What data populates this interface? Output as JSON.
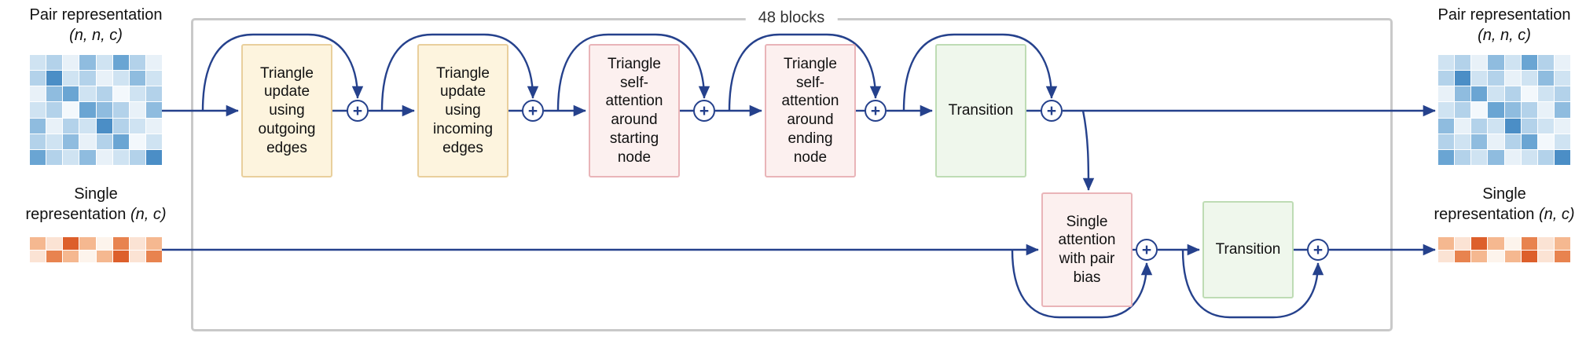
{
  "colors": {
    "arrow": "#25418c",
    "frame_border": "#c9c9c9",
    "box_triangle_fill": "#fdf4de",
    "box_triangle_border": "#e9cf9c",
    "box_attention_fill": "#fcf0ef",
    "box_attention_border": "#e9b4b8",
    "box_transition_fill": "#eff7ec",
    "box_transition_border": "#bedcb4",
    "text": "#111111"
  },
  "icons": {
    "plus": "+"
  },
  "frame": {
    "label": "48 blocks"
  },
  "io": {
    "pair_in": {
      "title": "Pair representation",
      "dims": "(n, n, c)"
    },
    "pair_out": {
      "title": "Pair representation",
      "dims": "(n, n, c)"
    },
    "single_in": {
      "title": "Single",
      "title2": "representation",
      "dims": "(n, c)"
    },
    "single_out": {
      "title": "Single",
      "title2": "representation",
      "dims": "(n, c)"
    }
  },
  "blocks": {
    "pair_track": [
      {
        "label": "Triangle update using outgoing edges",
        "kind": "triangle-update"
      },
      {
        "label": "Triangle update using incoming edges",
        "kind": "triangle-update"
      },
      {
        "label": "Triangle self-attention around starting node",
        "kind": "attention"
      },
      {
        "label": "Triangle self-attention around ending node",
        "kind": "attention"
      },
      {
        "label": "Transition",
        "kind": "transition"
      }
    ],
    "single_track": [
      {
        "label": "Single attention with pair bias",
        "kind": "attention"
      },
      {
        "label": "Transition",
        "kind": "transition"
      }
    ]
  },
  "pair_heatmap": [
    [
      "#cfe3f2",
      "#b3d2ea",
      "#e8f1f8",
      "#8fbcdf",
      "#cfe3f2",
      "#6aa5d3",
      "#b3d2ea",
      "#e8f1f8"
    ],
    [
      "#b3d2ea",
      "#4b8ec6",
      "#cfe3f2",
      "#b3d2ea",
      "#e8f1f8",
      "#cfe3f2",
      "#8fbcdf",
      "#cfe3f2"
    ],
    [
      "#e8f1f8",
      "#8fbcdf",
      "#6aa5d3",
      "#cfe3f2",
      "#b3d2ea",
      "#f3f8fc",
      "#cfe3f2",
      "#b3d2ea"
    ],
    [
      "#cfe3f2",
      "#b3d2ea",
      "#f3f8fc",
      "#6aa5d3",
      "#8fbcdf",
      "#b3d2ea",
      "#e8f1f8",
      "#8fbcdf"
    ],
    [
      "#8fbcdf",
      "#e8f1f8",
      "#b3d2ea",
      "#cfe3f2",
      "#4b8ec6",
      "#b3d2ea",
      "#cfe3f2",
      "#e8f1f8"
    ],
    [
      "#b3d2ea",
      "#cfe3f2",
      "#8fbcdf",
      "#e8f1f8",
      "#b3d2ea",
      "#6aa5d3",
      "#f3f8fc",
      "#cfe3f2"
    ],
    [
      "#6aa5d3",
      "#b3d2ea",
      "#cfe3f2",
      "#8fbcdf",
      "#e8f1f8",
      "#cfe3f2",
      "#b3d2ea",
      "#4b8ec6"
    ]
  ],
  "single_strip": [
    [
      "#f5b890",
      "#fbe3d4",
      "#dd5f2b",
      "#f5b890",
      "#fdf4ec",
      "#e8834f",
      "#fbe3d4",
      "#f5b890"
    ],
    [
      "#fbe3d4",
      "#e8834f",
      "#f5b890",
      "#fdf4ec",
      "#f5b890",
      "#dd5f2b",
      "#fbe3d4",
      "#e8834f"
    ]
  ]
}
